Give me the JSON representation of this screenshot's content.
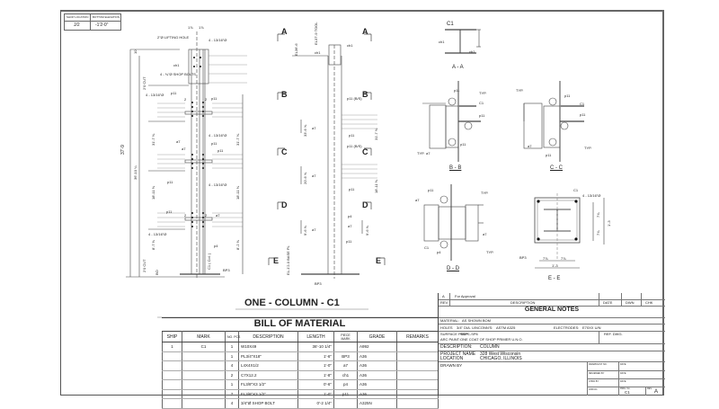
{
  "drawing": {
    "title": "ONE - COLUMN - C1",
    "header_table": {
      "headers": [
        "SHOP LOCATION",
        "BOTTOM ELEVATION"
      ],
      "values": [
        "J/2",
        "-1'2-0\""
      ]
    },
    "elevation": {
      "lifting_hole": "2\"Ø LIFTING HOLE",
      "shop_bolts": "4 - ¾\"Ø SHOP BOLTS",
      "holes_label": "4 - 13/16\"Ø",
      "overall_height": "37'-9",
      "upper_height": "36'-10 ¼",
      "dim_top": "10",
      "dim_cut": "2'0 CUT",
      "marks": [
        "ch1",
        "p11",
        "a7",
        "p4",
        "BP3"
      ],
      "member_label": "C1 ( Col. )",
      "dims_left": [
        "31'-7 ⅜",
        "18'-11 ⅜",
        "8'-7 ⅜",
        "BO"
      ],
      "dims_right": [
        "31'-7 ⅜",
        "18'-11 ⅜",
        "8'-2 ⅜"
      ],
      "spacing": [
        "3",
        "3",
        "3",
        "1½"
      ],
      "gauge": "2",
      "top_dims": [
        "1⅞",
        "1⅞"
      ]
    },
    "side_view": {
      "section_marks": [
        "A",
        "B",
        "C",
        "D",
        "E"
      ],
      "labels": [
        "EL37'-9 TOOL",
        "EL36'-6",
        "p11 (B/S)",
        "ch1",
        "a7",
        "p11",
        "p4",
        "BP3",
        "EL-1'2-0 BASE PL",
        "BO"
      ],
      "dims": [
        "33'-6 ⅝",
        "20'-6 ⅝",
        "9'-6 ⅝",
        "31'-7 ⅜",
        "18'-11 ⅜",
        "9'-6 ⅝"
      ]
    },
    "sections": [
      {
        "name": "A - A",
        "labels": [
          "C1",
          "ch1",
          "ch1",
          "ch"
        ]
      },
      {
        "name": "B - B",
        "labels": [
          "p11",
          "C1",
          "p11",
          "a7",
          "TYP.",
          "TYP.",
          "p11",
          "5/16"
        ]
      },
      {
        "name": "C - C",
        "labels": [
          "TYP.",
          "p11",
          "C1",
          "p11",
          "a7",
          "p11",
          "TYP.",
          "5/16"
        ]
      },
      {
        "name": "D - D",
        "labels": [
          "p11",
          "a7",
          "TYP.",
          "C1",
          "p4",
          "a7",
          "TYP.",
          "5/16"
        ]
      },
      {
        "name": "E - E",
        "labels": [
          "C1",
          "4 - 13/16\"Ø",
          "BP3",
          "7⅞",
          "7⅞",
          "1'-3",
          "7⅞",
          "7⅞",
          "1'-3"
        ]
      }
    ]
  },
  "bill_of_material": {
    "title": "BILL OF MATERIAL",
    "headers": [
      "SHIP",
      "MARK",
      "NO. PCS",
      "DESCRIPTION",
      "LENGTH",
      "PIECE MARK",
      "GRADE",
      "REMARKS"
    ],
    "rows": [
      [
        "1",
        "C1",
        "1",
        "W10X49",
        "36'-10 1/4\"",
        "",
        "A992",
        ""
      ],
      [
        "",
        "",
        "1",
        "PL3/4\"X18\"",
        "1'-6\"",
        "BP3",
        "A36",
        ""
      ],
      [
        "",
        "",
        "4",
        "L4X4X1/2",
        "1'-0\"",
        "a7",
        "A36",
        ""
      ],
      [
        "",
        "",
        "2",
        "C7X12.2",
        "1'-8\"",
        "ch1",
        "A36",
        ""
      ],
      [
        "",
        "",
        "1",
        "FL3/8\"X3 1/2\"",
        "0'-6\"",
        "p4",
        "A36",
        ""
      ],
      [
        "",
        "",
        "7",
        "FL3/8\"X3 1/2\"",
        "1'-0\"",
        "p11",
        "A36",
        ""
      ],
      [
        "",
        "",
        "4",
        "3/4\"Ø SHOP BOLT",
        "0'-2 1/4\"",
        "",
        "A325N",
        ""
      ]
    ]
  },
  "title_block": {
    "revision": {
      "rev": "A",
      "description": "For Approval",
      "date": "",
      "dwn": "",
      "chk": ""
    },
    "revision_headers": [
      "REV.",
      "DESCRIPTION",
      "DATE",
      "DWN",
      "CHK"
    ],
    "general_notes": "GENERAL NOTES",
    "material_label": "MATERIAL:",
    "material_value": "AS SHOWN BOM",
    "holes_label": "HOLES",
    "holes_value": "3/4\" DIA. U/N",
    "conns_label": "CONN'S:",
    "conns_value": "ASTM A325",
    "electrodes_label": "ELECTRODES:",
    "electrodes_value": "E70XX U/N",
    "surface_prep_label": "SURFACE PREP:",
    "surface_prep_value": "SSPC-SP6",
    "paint_label": "ARC PAINT:",
    "paint_value": "ONE COAT OF SHOP PRIMER U.N.O.",
    "ref_dwg_label": "REF. DWG.",
    "description_label": "DESCRIPTION:",
    "description_value": "COLUMN",
    "project_label": "PROJECT NAME",
    "project_value": "328 West Wisconsin",
    "location_label": "LOCATION",
    "location_value": "CHICAGO, ILLINOIS",
    "drawn_by_label": "DRAWN BY",
    "right_labels": [
      "DRAWN/LIST NO.",
      "REVIEWED BY",
      "CHKD BY",
      "JOB NO."
    ],
    "date_labels": [
      "DATE",
      "DATE",
      "DATE"
    ],
    "dwg_no_label": "DWG. No.",
    "dwg_no_value": "C1",
    "rev_label": "REV.",
    "rev_value": "A"
  }
}
